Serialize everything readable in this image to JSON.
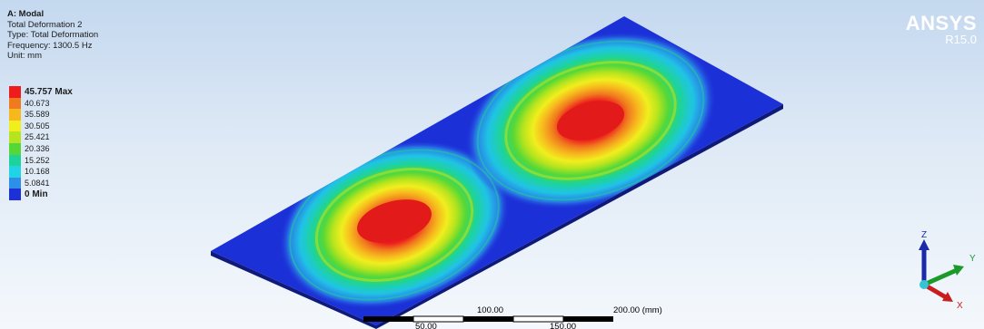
{
  "info": {
    "title": "A: Modal",
    "object": "Total Deformation 2",
    "type": "Type: Total Deformation",
    "frequency": "Frequency: 1300.5 Hz",
    "unit": "Unit: mm"
  },
  "legend": [
    {
      "label": "45.757 Max",
      "color": "#ee1c1c",
      "strong": true
    },
    {
      "label": "40.673",
      "color": "#f07a1e"
    },
    {
      "label": "35.589",
      "color": "#f7b81e"
    },
    {
      "label": "30.505",
      "color": "#f1ee1e"
    },
    {
      "label": "25.421",
      "color": "#b6e41e"
    },
    {
      "label": "20.336",
      "color": "#55d837"
    },
    {
      "label": "15.252",
      "color": "#1dd39a"
    },
    {
      "label": "10.168",
      "color": "#20d4e6"
    },
    {
      "label": "5.0841",
      "color": "#2c8fe8"
    },
    {
      "label": "0 Min",
      "color": "#1c30d8",
      "strong": true
    }
  ],
  "brand": {
    "name": "ANSYS",
    "version": "R15.0"
  },
  "triad": {
    "z": "Z",
    "y": "Y",
    "x": "X"
  },
  "scale_bar": {
    "top_labels": [
      "100.00",
      "200.00 (mm)"
    ],
    "bottom_labels": [
      "50.00",
      "150.00"
    ]
  }
}
